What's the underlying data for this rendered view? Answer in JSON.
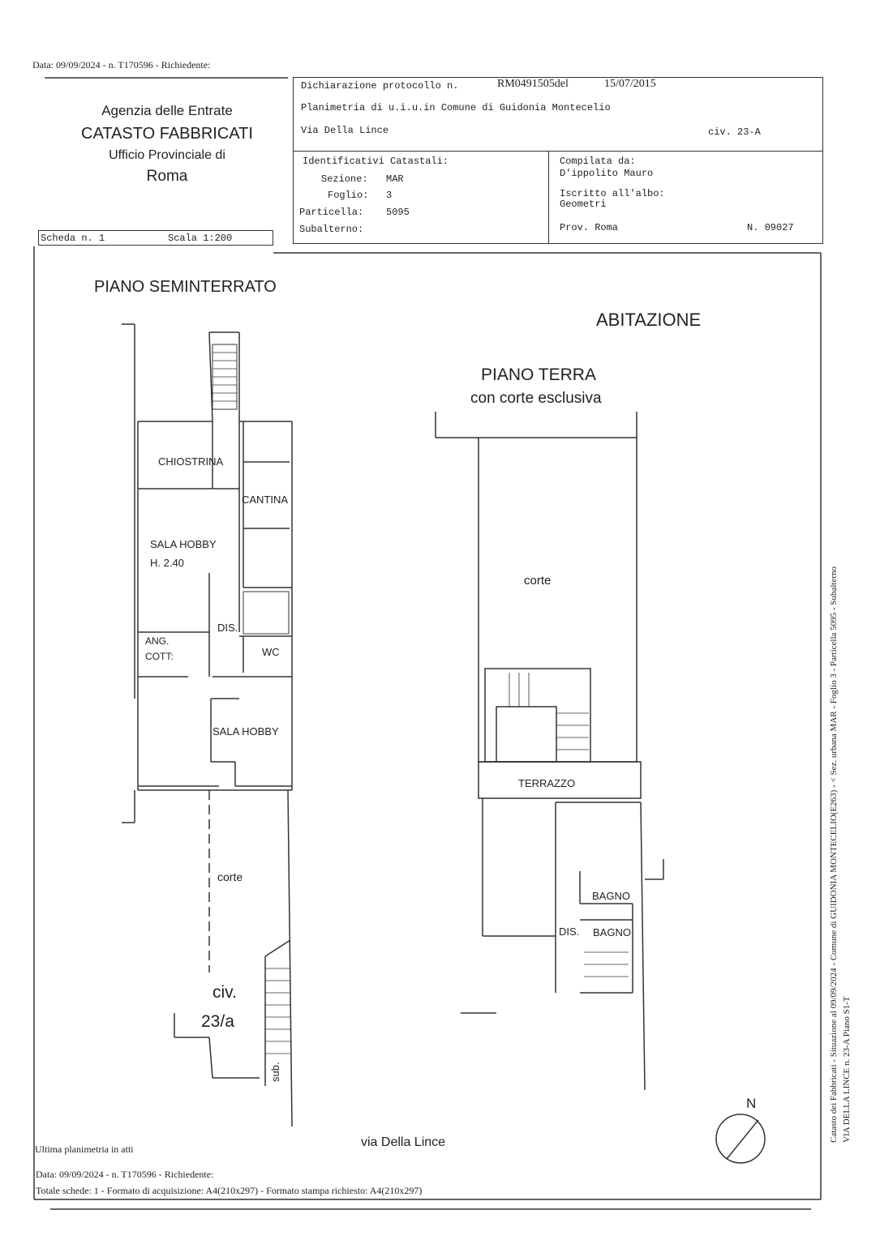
{
  "header": {
    "top_line": "Data: 09/09/2024 - n. T170596 - Richiedente:",
    "agency": "Agenzia delle Entrate",
    "catasto": "CATASTO FABBRICATI",
    "ufficio": "Ufficio Provinciale di",
    "city": "Roma"
  },
  "declaration": {
    "protocol_label": "Dichiarazione protocollo n.",
    "protocol_number": "RM0491505del",
    "protocol_date": "15/07/2015",
    "planimetria": "Planimetria di u.i.u.in Comune di Guidonia Montecelio",
    "address": "Via Della Lince",
    "civ": "civ. 23-A"
  },
  "identifiers": {
    "title": "Identificativi Catastali:",
    "sezione_label": "Sezione:",
    "sezione": "MAR",
    "foglio_label": "Foglio:",
    "foglio": "3",
    "particella_label": "Particella:",
    "particella": "5095",
    "subalterno_label": "Subalterno:"
  },
  "compiler": {
    "label": "Compilata da:",
    "name": "D'ippolito Mauro",
    "albo_label": "Iscritto all'albo:",
    "albo": "Geometri",
    "prov": "Prov. Roma",
    "number": "N. 09027"
  },
  "scheda": {
    "label": "Scheda n. 1",
    "scale": "Scala 1:200"
  },
  "plan": {
    "basement_title": "PIANO SEMINTERRATO",
    "main_title": "ABITAZIONE",
    "ground_title": "PIANO TERRA",
    "ground_subtitle": "con corte esclusiva",
    "rooms_basement": {
      "chiostrina": "CHIOSTRINA",
      "cantina": "CANTINA",
      "sala_hobby_1": "SALA HOBBY",
      "height": "H. 2.40",
      "dis": "DIS.",
      "ang": "ANG.",
      "cott": "COTT:",
      "wc": "WC",
      "sala_hobby_2": "SALA HOBBY",
      "corte": "corte",
      "civ": "civ.",
      "civ_num": "23/a",
      "sub": "sub."
    },
    "rooms_ground": {
      "corte": "corte",
      "terrazzo": "TERRAZZO",
      "bagno_1": "BAGNO",
      "dis": "DIS.",
      "bagno_2": "BAGNO"
    },
    "street": "via Della Lince",
    "north": "N"
  },
  "footer": {
    "ultima": "Ultima planimetria in atti",
    "data_line": "Data: 09/09/2024 - n. T170596 - Richiedente:",
    "totale": "Totale schede: 1 - Formato di acquisizione: A4(210x297) - Formato stampa richiesto: A4(210x297)"
  },
  "side_text": {
    "line1": "Catasto dei Fabbricati - Situazione al 09/09/2024 - Comune di GUIDONIA MONTECELIO(E263) - < Sez. urbana MAR - Foglio 3 - Particella 5095 - Subalterno",
    "line2": "VIA DELLA LINCE n. 23-A Piano S1-T"
  }
}
